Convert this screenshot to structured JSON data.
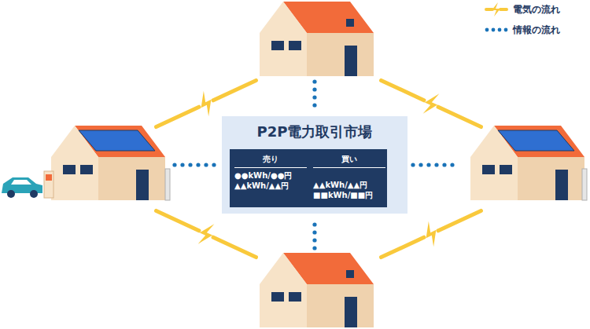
{
  "diagram": {
    "nodes": [
      {
        "text": [
          "P2P電力取引市場"
        ]
      },
      {
        "text": [
          "売り",
          "●●kWh/●●円 ▲▲kWh/▲▲円",
          "買い",
          "▲▲kWh/▲▲円 ■■kWh/■■円"
        ],
        "in": 0
      }
    ],
    "legend": [
      {
        "text": "電気の流れ"
      },
      {
        "text": "情報の流れ"
      }
    ]
  }
}
